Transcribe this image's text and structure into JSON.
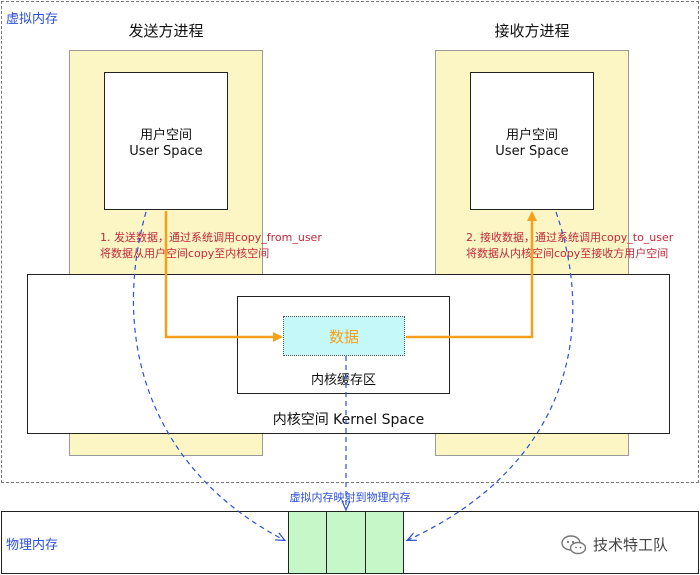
{
  "virtual_memory": {
    "label": "虚拟内存"
  },
  "sender": {
    "title": "发送方进程",
    "user_space_line1": "用户空间",
    "user_space_line2": "User Space",
    "annotation_line1": "1. 发送数据，通过系统调用copy_from_user",
    "annotation_line2": "将数据从用户空间copy至内核空间"
  },
  "receiver": {
    "title": "接收方进程",
    "user_space_line1": "用户空间",
    "user_space_line2": "User Space",
    "annotation_line1": "2. 接收数据，通过系统调用copy_to_user",
    "annotation_line2": "将数据从内核空间copy至接收方用户空间"
  },
  "kernel": {
    "label": "内核空间 Kernel Space",
    "buffer_label": "内核缓存区",
    "data_label": "数据"
  },
  "mapping": {
    "label": "虚拟内存映射到物理内存"
  },
  "physical_memory": {
    "label": "物理内存"
  },
  "watermark": {
    "label": "技术特工队",
    "icon": "wechat-icon"
  },
  "colors": {
    "process_fill": "#fbf6c4",
    "process_border": "#9a9a9a",
    "arrow_orange": "#f5a01a",
    "data_fill": "#c5f8f8",
    "mapping_blue": "#2b4fd8",
    "annotation_red": "#c0283c",
    "phys_cell_fill": "#c6f7c8"
  }
}
